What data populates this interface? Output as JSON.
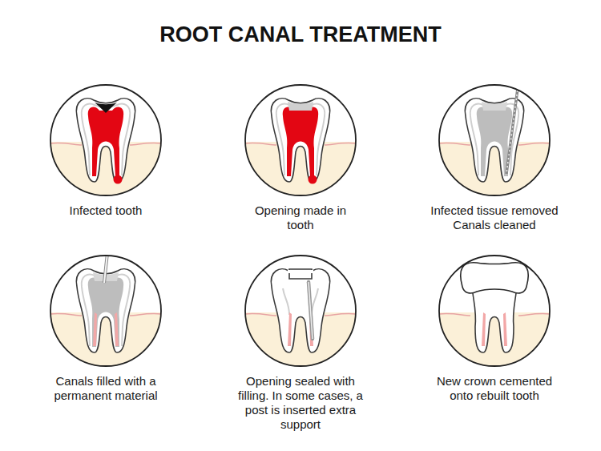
{
  "diagram": {
    "title": "ROOT CANAL TREATMENT",
    "nodes": [
      {
        "text": [
          "Infected tooth"
        ]
      },
      {
        "text": [
          "Opening made in tooth"
        ]
      },
      {
        "text": [
          "Infected tissue removed Canals cleaned"
        ]
      },
      {
        "text": [
          "Canals filled with a permanent material"
        ]
      },
      {
        "text": [
          "Opening sealed with filling. In some cases, a post is inserted extra support"
        ]
      },
      {
        "text": [
          "New crown cemented onto rebuilt tooth"
        ]
      }
    ]
  }
}
